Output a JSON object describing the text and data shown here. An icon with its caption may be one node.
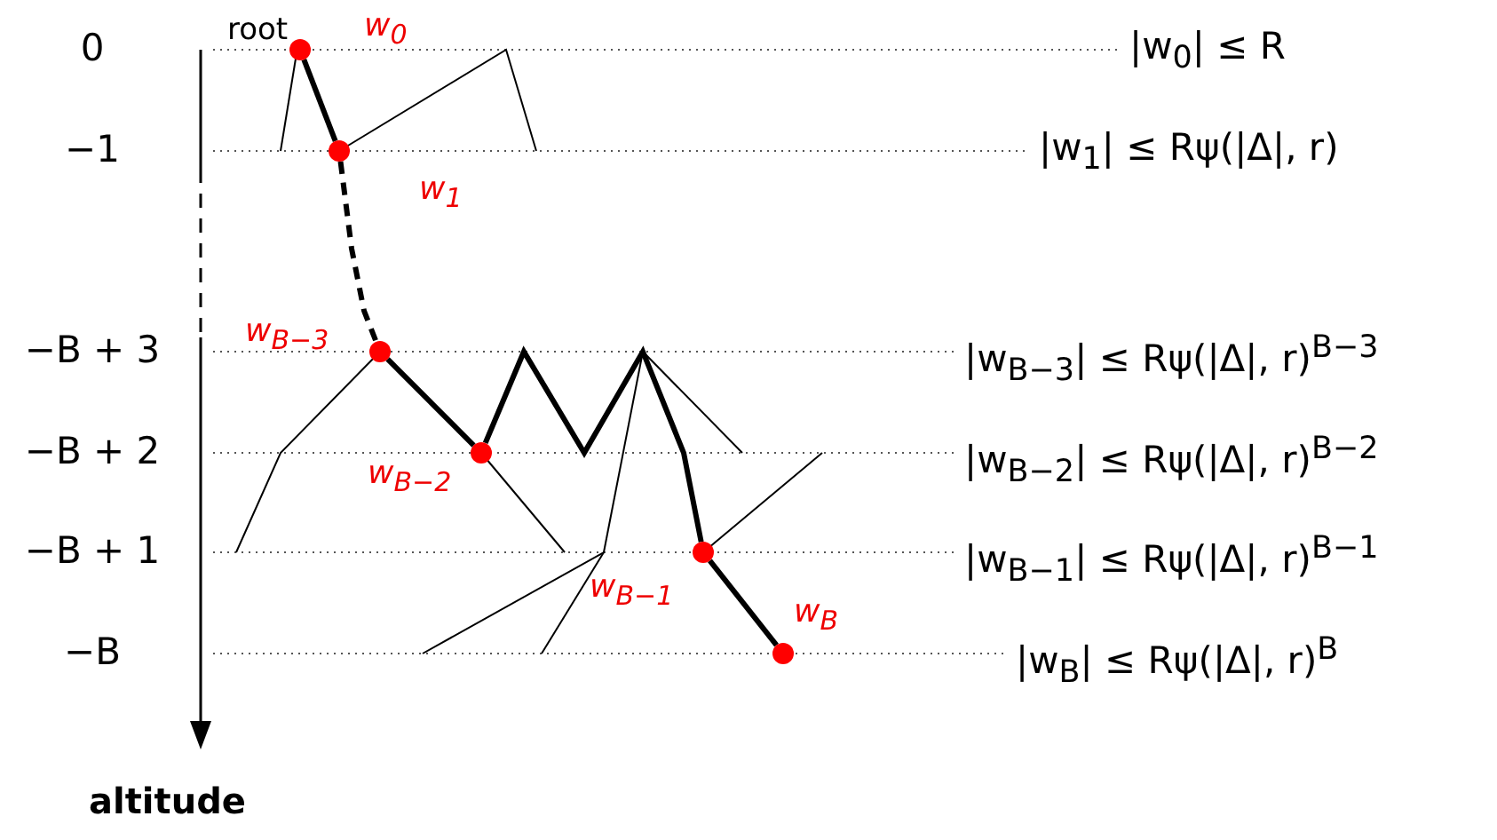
{
  "diagram": {
    "nodes": [
      {
        "text": [],
        "shape": "circle",
        "beside": [
          "root",
          "w$_{0}$"
        ]
      },
      {
        "text": [],
        "shape": "circle",
        "beside": [
          "w$_{1}$"
        ]
      },
      {
        "text": [],
        "shape": "circle",
        "beside": [
          "w$_{B−3}$"
        ]
      },
      {
        "text": [],
        "shape": "circle",
        "beside": [
          "w$_{B−2}$"
        ]
      },
      {
        "text": [],
        "shape": "circle",
        "beside": [
          "w$_{B−1}$"
        ]
      },
      {
        "text": [],
        "shape": "circle",
        "beside": [
          "w$_{B}$"
        ]
      }
    ],
    "edges": [
      {
        "from": 0,
        "to": 1,
        "arrow": "none"
      },
      {
        "from": 1,
        "to": 2,
        "arrow": "none",
        "style": "dashed"
      },
      {
        "from": 2,
        "to": 3,
        "arrow": "none"
      },
      {
        "from": 3,
        "to": 4,
        "arrow": "none"
      },
      {
        "from": 4,
        "to": 5,
        "arrow": "none"
      }
    ],
    "labels": [
      "0",
      "|w$_{0}$| ≤ R",
      "−1",
      "|w$_{1}$| ≤ Rψ(|Δ|, r)",
      "−B + 3",
      "|w$_{B−3}$| ≤ Rψ(|Δ|, r)$^{B−3}$",
      "−B + 2",
      "|w$_{B−2}$| ≤ Rψ(|Δ|, r)$^{B−2}$",
      "−B + 1",
      "|w$_{B−1}$| ≤ Rψ(|Δ|, r)$^{B−1}$",
      "−B",
      "|w$_{B}$| ≤ Rψ(|Δ|, r)$^{B}$",
      "altitude"
    ]
  }
}
